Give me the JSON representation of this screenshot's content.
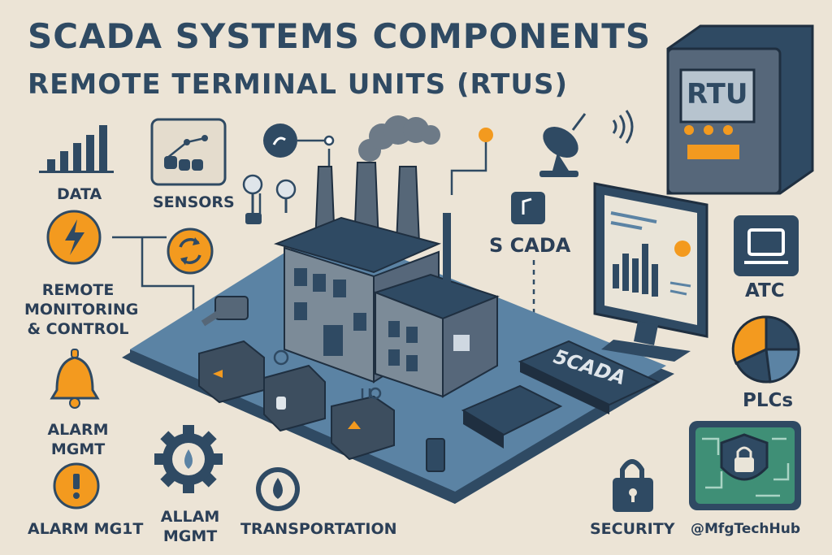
{
  "header": {
    "title": "SCADA SYSTEMS COMPONENTS",
    "subtitle": "REMOTE TERMINAL UNITS (RTUs)"
  },
  "labels": {
    "data": "DATA",
    "sensors": "SENSORS",
    "remote_monitoring": "REMOTE MONITORING & CONTROL",
    "remote_line1": "REMOTE",
    "remote_line2": "MONITORING",
    "remote_line3": "& CONTROL",
    "alarm_mgmt_line1": "ALARM",
    "alarm_mgmt_line2": "MGMT",
    "alarm_mg1t": "ALARM MG1T",
    "allam_line1": "ALLAM",
    "allam_line2": "MGMT",
    "transportation": "TRANSPORTATION",
    "scada": "S CADA",
    "scada_panel": "5CADA",
    "rtu": "RTU",
    "atc": "ATC",
    "plcs": "PLCs",
    "security": "SECURITY",
    "handle": "@MfgTechHub"
  },
  "colors": {
    "navy": "#2f4a63",
    "orange": "#f39a1f",
    "background": "#ece4d6",
    "platform": "#4f7596",
    "green_panel": "#3f8f76"
  },
  "icons": [
    "bar-chart-icon",
    "sensors-icon",
    "lightning-icon",
    "sync-icon",
    "bell-icon",
    "exclamation-icon",
    "gear-drop-icon",
    "drop-icon",
    "satellite-dish-icon",
    "wifi-signal-icon",
    "monitor-icon",
    "pie-chart-icon",
    "padlock-icon",
    "shield-lock-icon",
    "factory-icon",
    "rtu-device-icon"
  ]
}
